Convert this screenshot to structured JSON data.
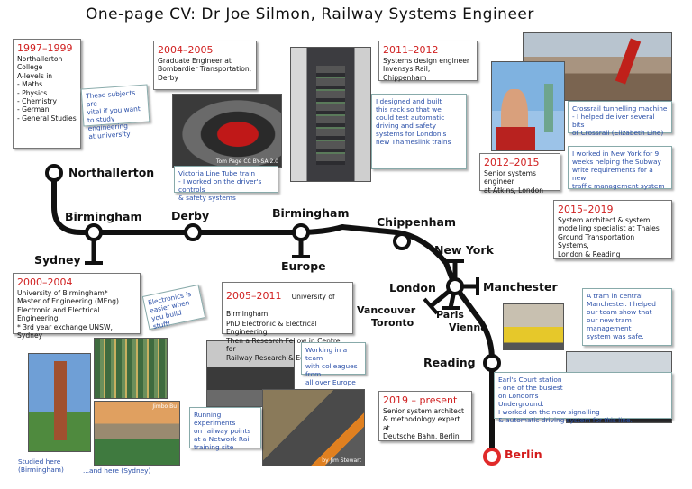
{
  "title": "One-page CV:  Dr Joe Silmon, Railway Systems Engineer",
  "cards": [
    {
      "id": "c1997",
      "date": "1997–1999",
      "body": "Northallerton College\nA-levels in\n - Maths\n - Physics\n - Chemistry\n - German\n - General Studies"
    },
    {
      "id": "c2004",
      "date": "2004–2005",
      "body": "Graduate Engineer at\nBombardier Transportation,\nDerby"
    },
    {
      "id": "c2011",
      "date": "2011–2012",
      "body": "Systems design engineer\nInvensys Rail, Chippenham"
    },
    {
      "id": "c2012",
      "date": "2012–2015",
      "body": "Senior systems engineer\nat Atkins, London"
    },
    {
      "id": "c2015",
      "date": "2015–2019",
      "body": "System architect & system\nmodelling specialist at Thales\nGround Transportation Systems,\nLondon & Reading"
    },
    {
      "id": "c2000",
      "date": "2000–2004",
      "body": "University of Birmingham*\nMaster of Engineering (MEng)\nElectronic and Electrical Engineering\n* 3rd year exchange UNSW, Sydney"
    },
    {
      "id": "c2005",
      "date": "2005–2011",
      "inline": "University of Birmingham",
      "body": "PhD Electronic & Electrical Engineering\nThen a Research Fellow in Centre for\nRailway Research & Education"
    },
    {
      "id": "c2019",
      "date": "2019 – present",
      "body": "Senior system architect\n& methodology expert at\nDeutsche Bahn, Berlin"
    }
  ],
  "notes": {
    "subjects": "These subjects are\nvital if you want\nto study engineering\nat university",
    "victoria": "Victoria Line Tube train\n- I worked on the driver's controls\n& safety systems",
    "rack": "I designed and built\nthis rack so that we\ncould test automatic\ndriving and safety\nsystems for London's\nnew Thameslink trains",
    "crossrail": "Crossrail tunnelling machine\n- I helped deliver several bits\nof Crossrail (Elizabeth Line)",
    "newyork": "I worked in New York for 9\nweeks helping the Subway\nwrite requirements for a new\ntraffic management system",
    "electronics": "Electronics is\neasier when\nyou build stuff!",
    "europe": "Working in a team\nwith colleagues from\nall over Europe",
    "tram": "A tram in central\nManchester. I helped\nour team show that\nour new tram management\nsystem was safe.",
    "earls": "Earl's Court station\n- one of the busiest\non London's\nUnderground.\nI worked on the new signalling\n& automatic driving system for this line.",
    "experiments": "Running experiments\non railway points\nat a Network Rail\ntraining site"
  },
  "captions": {
    "studied": "Studied here\n(Birmingham)",
    "andhere": "...and here (Sydney)"
  },
  "photo_labels": {
    "tube": "Tom Page CC BY-SA 2.0",
    "sydney": "Jimbo Bu",
    "workshop": "by Jim Stewart"
  },
  "stations": {
    "northallerton": "Northallerton",
    "birmingham1": "Birmingham",
    "derby": "Derby",
    "birmingham2": "Birmingham",
    "chippenham": "Chippenham",
    "sydney": "Sydney",
    "europe": "Europe",
    "newyork": "New York",
    "london": "London",
    "manchester": "Manchester",
    "vancouver": "Vancouver",
    "toronto": "Toronto",
    "paris": "Paris",
    "vienna": "Vienna",
    "reading": "Reading",
    "berlin": "Berlin"
  },
  "colors": {
    "line": "#111111",
    "date": "#d02020",
    "note": "#2a4fa8",
    "terminus": "#e02a2a"
  }
}
